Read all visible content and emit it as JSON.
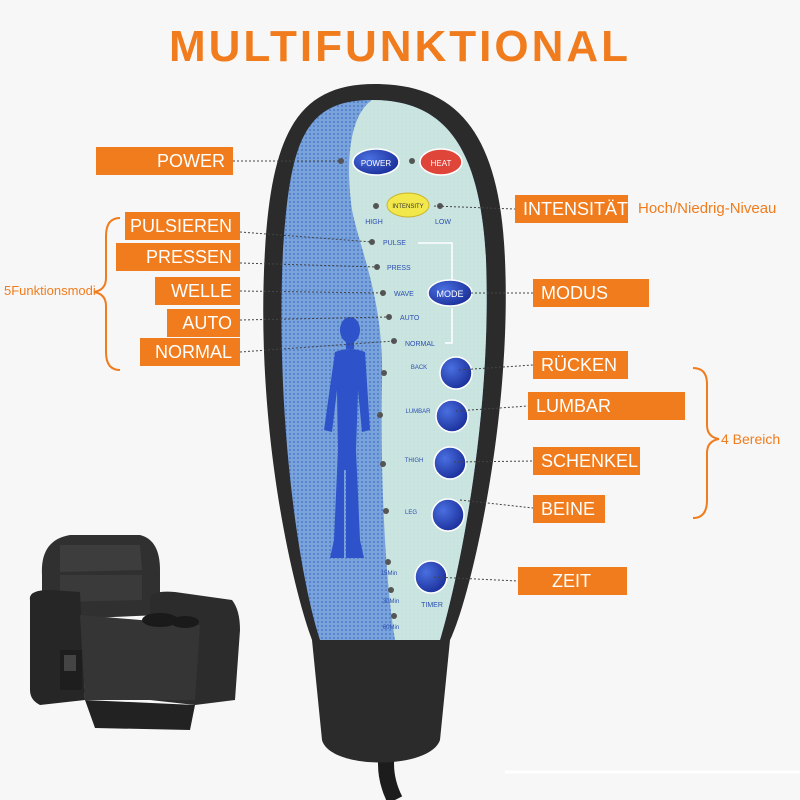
{
  "title": "MULTIFUNKTIONAL",
  "colors": {
    "accent": "#f07c1d",
    "remote_body": "#2b2b2b",
    "panel_mint": "#cfe8df",
    "panel_blue": "#6f9ad6",
    "button_blue": "#1f3fbf",
    "heat_red": "#e0453a",
    "intensity_yellow": "#f3e84b",
    "figure_blue": "#2d52c9"
  },
  "left_labels": {
    "power": "POWER",
    "pulsieren": "PULSIEREN",
    "pressen": "PRESSEN",
    "welle": "WELLE",
    "auto": "AUTO",
    "normal": "NORMAL",
    "group": "5Funktionsmodi"
  },
  "right_labels": {
    "intensitaet": "INTENSITÄT",
    "intensitaet_note": "Hoch/Niedrig-Niveau",
    "modus": "MODUS",
    "ruecken": "RÜCKEN",
    "lumbar": "LUMBAR",
    "schenkel": "SCHENKEL",
    "beine": "BEINE",
    "zeit": "ZEIT",
    "group": "4 Bereich"
  },
  "remote": {
    "power": "POWER",
    "heat": "HEAT",
    "intensity": "INTENSITY",
    "high": "HIGH",
    "low": "LOW",
    "pulse": "PULSE",
    "press": "PRESS",
    "wave": "WAVE",
    "auto": "AUTO",
    "normal": "NORMAL",
    "mode": "MODE",
    "back": "BACK",
    "lumbar": "LUMBAR",
    "thigh": "THIGH",
    "leg": "LEG",
    "t15": "15Min",
    "t30": "30Min",
    "t60": "60Min",
    "timer": "TIMER"
  },
  "icons": [
    "recliner-chair-image",
    "human-figure-icon"
  ]
}
